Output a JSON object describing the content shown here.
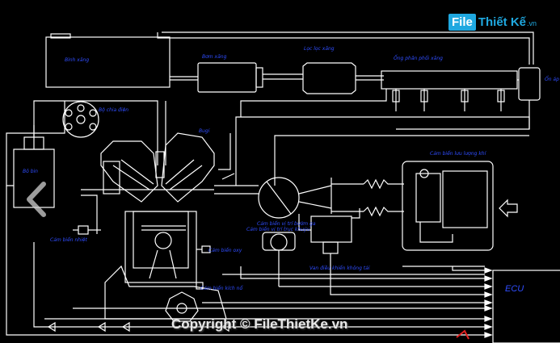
{
  "logo": {
    "box": "File",
    "name": "Thiết Kế",
    "domain": ".vn"
  },
  "watermark": "Copyright © FileThietKe.vn",
  "labels": {
    "fuel_tank": "Bình xăng",
    "fuel_pump": "Bơm xăng",
    "fuel_filter": "Lọc lọc xăng",
    "fuel_rail": "Ống phân phối xăng",
    "pressure_regulator": "Ổn áp",
    "distributor": "Bộ chia điện",
    "spark_plug": "Bugi",
    "ignition_coil": "Bô bin",
    "temp_sensor": "Cảm biến nhiệt",
    "oxygen_sensor": "Cảm biến oxy",
    "knock_sensor": "Cảm biến kích nổ",
    "crank_sensor": "Cảm biến vị trí trục khuỷu",
    "air_flow_meter": "Cảm biến lưu lượng khí",
    "idle_valve": "Van điều khiển không tải",
    "throttle_sensor": "Cảm biến vị trí bướm ga",
    "ecu": "ECU"
  }
}
